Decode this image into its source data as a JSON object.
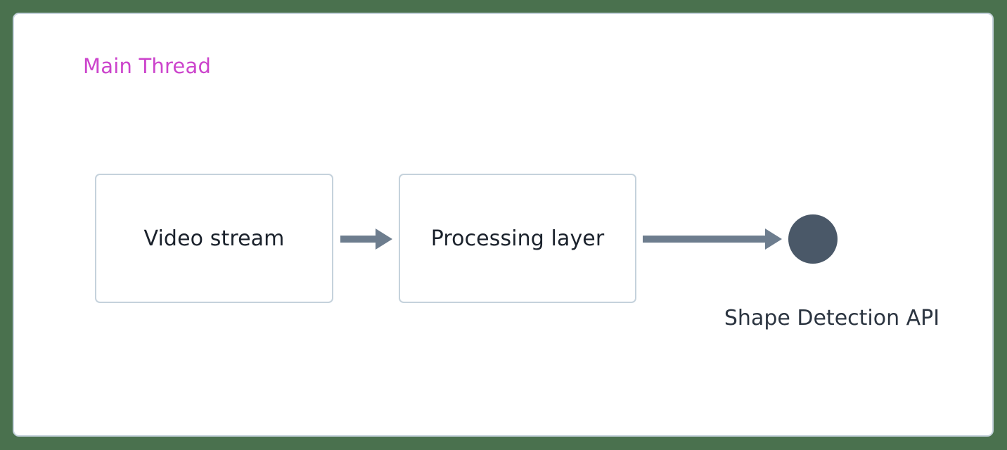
{
  "diagram": {
    "title": "Main Thread",
    "title_color": "#cc44cc",
    "background_color": "#4a714e",
    "frame_background": "#ffffff",
    "frame_border_color": "#c5d2dc",
    "nodes": [
      {
        "id": "video-stream",
        "label": "Video stream",
        "shape": "rounded-rect",
        "border_color": "#c5d2dc",
        "text_color": "#1b222c"
      },
      {
        "id": "processing-layer",
        "label": "Processing layer",
        "shape": "rounded-rect",
        "border_color": "#c5d2dc",
        "text_color": "#1b222c"
      },
      {
        "id": "shape-detection-api",
        "label": "Shape Detection API",
        "shape": "circle",
        "fill_color": "#4a5868",
        "text_color": "#2b3440"
      }
    ],
    "edges": [
      {
        "id": "edge-video-to-processing",
        "from": "video-stream",
        "to": "processing-layer",
        "style": "solid-arrow",
        "color": "#6d7d8e"
      },
      {
        "id": "edge-processing-to-api",
        "from": "processing-layer",
        "to": "shape-detection-api",
        "style": "solid-arrow",
        "color": "#6d7d8e"
      }
    ]
  }
}
